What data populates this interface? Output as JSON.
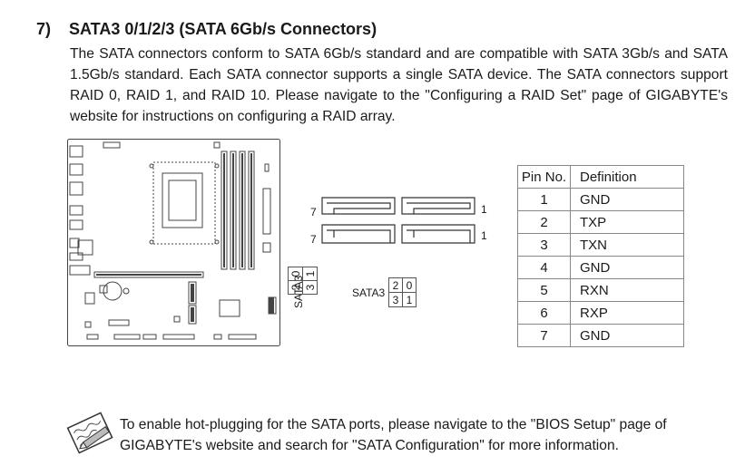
{
  "section": {
    "number": "7)",
    "title": "SATA3 0/1/2/3 (SATA 6Gb/s Connectors)",
    "description": "The SATA connectors conform to SATA 6Gb/s standard and are compatible with SATA 3Gb/s and SATA 1.5Gb/s standard. Each SATA connector supports a single SATA device. The SATA connectors support RAID 0, RAID 1, and RAID 10. Please navigate to the \"Configuring a RAID Set\" page of GIGABYTE's website for instructions on configuring a RAID array."
  },
  "board_diagram": {
    "sata_label": "SATA3",
    "port_grid": [
      [
        "2",
        "0"
      ],
      [
        "3",
        "1"
      ]
    ]
  },
  "connector_diagram": {
    "pin_left": "7",
    "pin_right": "1",
    "sata_label": "SATA3",
    "port_grid": [
      [
        "2",
        "0"
      ],
      [
        "3",
        "1"
      ]
    ]
  },
  "pin_table": {
    "headers": [
      "Pin No.",
      "Definition"
    ],
    "rows": [
      [
        "1",
        "GND"
      ],
      [
        "2",
        "TXP"
      ],
      [
        "3",
        "TXN"
      ],
      [
        "4",
        "GND"
      ],
      [
        "5",
        "RXN"
      ],
      [
        "6",
        "RXP"
      ],
      [
        "7",
        "GND"
      ]
    ]
  },
  "note": {
    "icon": "pencil-note-icon",
    "text": "To enable hot-plugging for the SATA ports, please navigate to the \"BIOS Setup\" page of GIGABYTE's website and search for \"SATA Configuration\" for more information."
  }
}
